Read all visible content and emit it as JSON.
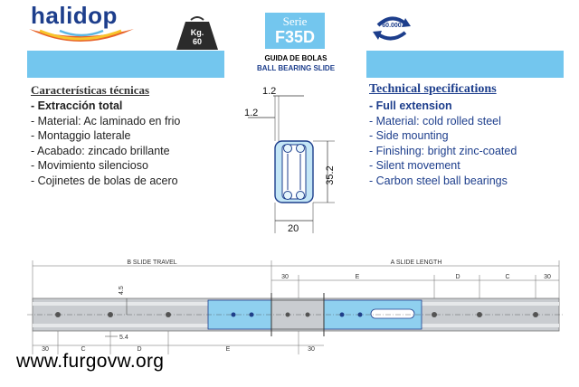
{
  "brand": {
    "logo": "halidop",
    "weight_badge_unit": "Kg.",
    "weight_badge_value": "60",
    "cycles_badge": "60.000"
  },
  "series": {
    "label": "Serie",
    "code": "F35D"
  },
  "product": {
    "name_es": "GUIDA DE BOLAS",
    "name_en": "BALL BEARING SLIDE"
  },
  "specs_es": {
    "heading": "Características técnicas",
    "items": [
      "- Extracción total",
      "- Material: Ac laminado en frio",
      "- Montaggio laterale",
      "- Acabado: zincado brillante",
      "- Movimiento silencioso",
      "- Cojinetes de bolas de acero"
    ]
  },
  "specs_en": {
    "heading": "Technical specifications",
    "items": [
      "- Full extension",
      "- Material: cold rolled steel",
      "- Side mounting",
      "- Finishing: bright zinc-coated",
      "- Silent movement",
      "- Carbon steel ball bearings"
    ]
  },
  "profile_dims": {
    "top": "1.2",
    "side": "1.2",
    "height": "35.2",
    "width": "20"
  },
  "slide_dims": {
    "b_travel": "B SLIDE TRAVEL",
    "a_length": "A SLIDE LENGTH",
    "top_30_left": "30",
    "top_e": "E",
    "top_d": "D",
    "top_c": "C",
    "top_30_right": "30",
    "v_45": "4.5",
    "hole": "5.4",
    "bot_30_left": "30",
    "bot_c": "C",
    "bot_d": "D",
    "bot_e": "E",
    "bot_30_right": "30"
  },
  "watermark": "www.furgovw.org",
  "colors": {
    "brand_blue": "#1d3e8c",
    "bar_blue": "#73c6ee",
    "rail_grey": "#c9ccd0"
  }
}
